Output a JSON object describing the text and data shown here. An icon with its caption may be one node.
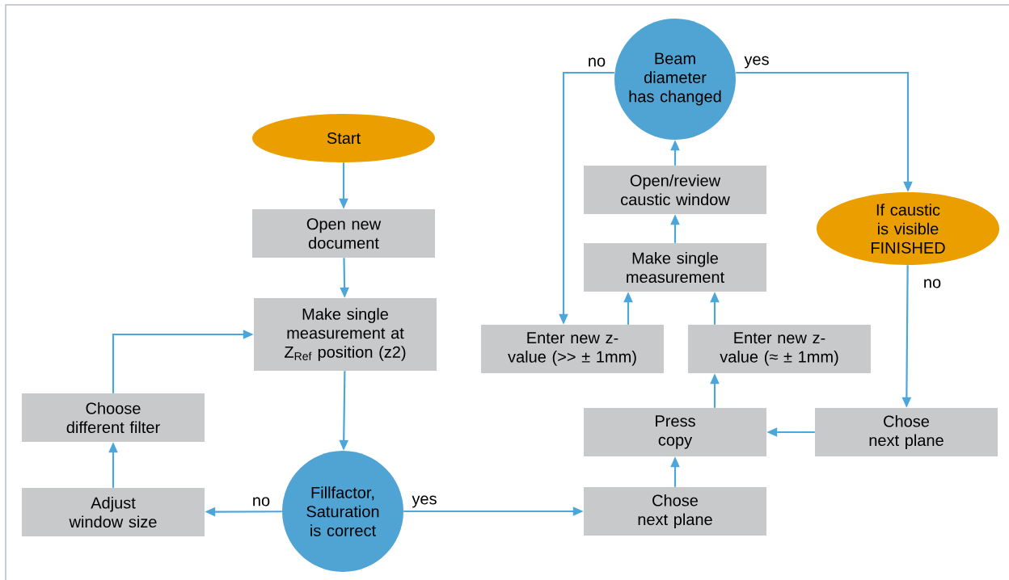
{
  "diagram": {
    "nodes": [
      {
        "text": [
          "Start"
        ]
      },
      {
        "text": [
          "Open new document"
        ]
      },
      {
        "text": [
          "Make single measurement at Z$_{Ref}$ position (z2)"
        ]
      },
      {
        "text": [
          "Choose different filter"
        ]
      },
      {
        "text": [
          "Adjust window size"
        ]
      },
      {
        "text": [
          "Fillfactor, Saturation is correct"
        ]
      },
      {
        "text": [
          "Chose next plane"
        ]
      },
      {
        "text": [
          "Press copy"
        ]
      },
      {
        "text": [
          "Enter new z-value (≈ ± 1mm)"
        ]
      },
      {
        "text": [
          "Enter new z-value (>> ± 1mm)"
        ]
      },
      {
        "text": [
          "Make single measurement"
        ]
      },
      {
        "text": [
          "Open/review caustic window"
        ]
      },
      {
        "text": [
          "Beam diameter has changed"
        ]
      },
      {
        "text": [
          "If caustic is visible FINISHED"
        ]
      },
      {
        "text": [
          "Chose next plane"
        ]
      }
    ],
    "edges": [
      {
        "from": 0,
        "to": 1,
        "arrow": "to"
      },
      {
        "from": 1,
        "to": 2,
        "arrow": "to"
      },
      {
        "from": 2,
        "to": 5,
        "arrow": "to"
      },
      {
        "from": 5,
        "to": 4,
        "arrow": "to",
        "label": "no"
      },
      {
        "from": 4,
        "to": 3,
        "arrow": "to"
      },
      {
        "from": 3,
        "to": 2,
        "arrow": "to"
      },
      {
        "from": 5,
        "to": 6,
        "arrow": "to",
        "label": "yes"
      },
      {
        "from": 6,
        "to": 7,
        "arrow": "to"
      },
      {
        "from": 7,
        "to": 8,
        "arrow": "to"
      },
      {
        "from": 8,
        "to": 10,
        "arrow": "to"
      },
      {
        "from": 9,
        "to": 10,
        "arrow": "to"
      },
      {
        "from": 10,
        "to": 11,
        "arrow": "to"
      },
      {
        "from": 11,
        "to": 12,
        "arrow": "to"
      },
      {
        "from": 12,
        "to": 9,
        "arrow": "to",
        "label": "no"
      },
      {
        "from": 12,
        "to": 13,
        "arrow": "to",
        "label": "yes"
      },
      {
        "from": 13,
        "to": 14,
        "arrow": "to",
        "label": "no"
      },
      {
        "from": 14,
        "to": 7,
        "arrow": "to"
      }
    ]
  }
}
